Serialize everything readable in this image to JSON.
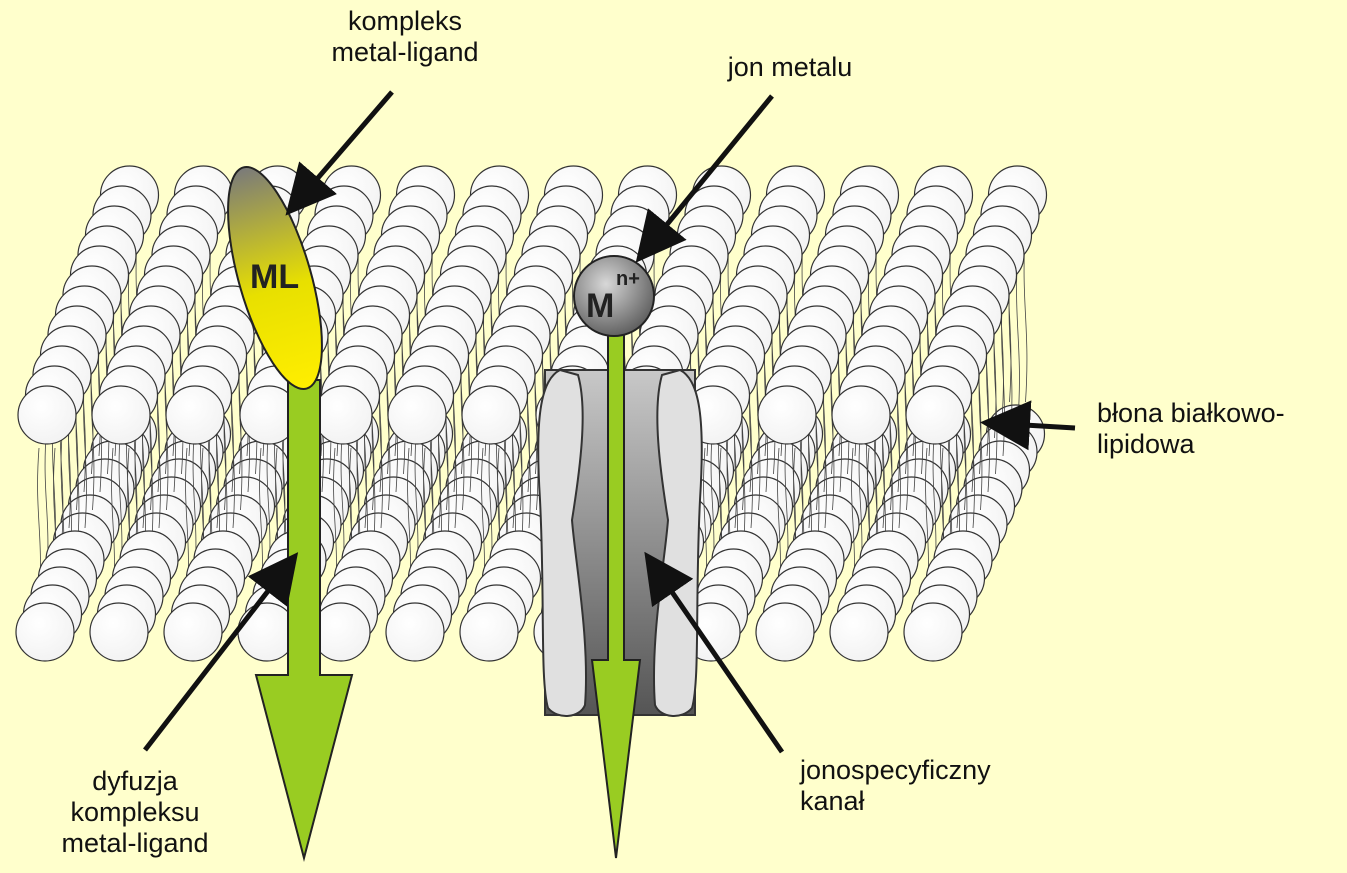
{
  "labels": {
    "complex": [
      "kompleks",
      "metal-ligand"
    ],
    "ion": "jon metalu",
    "membrane": [
      "błona białkowo-",
      "lipidowa"
    ],
    "channel": [
      "jonospecyficzny",
      "kanał"
    ],
    "diffusion": [
      "dyfuzja",
      "kompleksu",
      "metal-ligand"
    ]
  },
  "symbols": {
    "complex_symbol": "ML",
    "ion_symbol": "M",
    "ion_charge": "n+"
  },
  "colors": {
    "background": "#ffffcc",
    "arrow_green": "#99cc22",
    "complex_top": "#808080",
    "complex_bottom": "#ffee00",
    "channel_outer": "#d8d8d8",
    "channel_inner": "#808080",
    "lipid_head": "#ffffff"
  }
}
